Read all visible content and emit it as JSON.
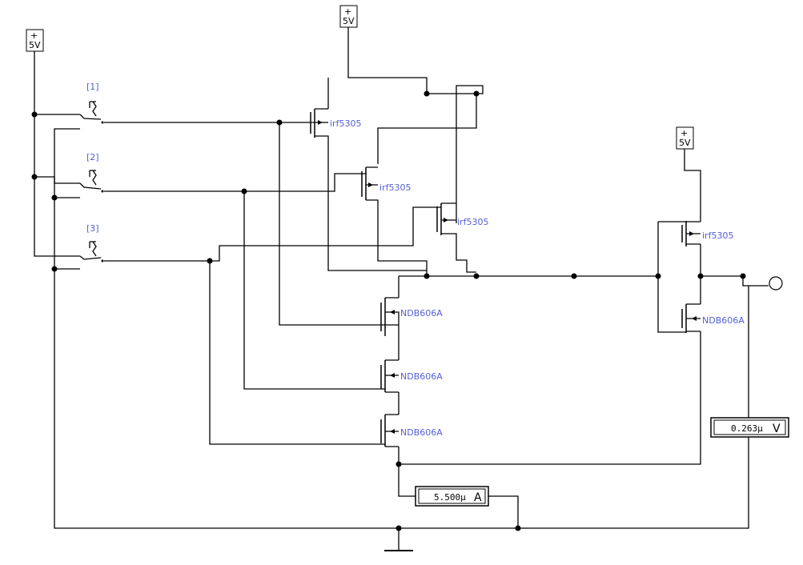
{
  "sources": {
    "vcc_left": {
      "plus": "+",
      "label": "5V"
    },
    "vcc_top": {
      "plus": "+",
      "label": "5V"
    },
    "vcc_right": {
      "plus": "+",
      "label": "5V"
    }
  },
  "switches": [
    {
      "key": "[1]"
    },
    {
      "key": "[2]"
    },
    {
      "key": "[3]"
    }
  ],
  "transistors": {
    "pmos_1": "irf5305",
    "pmos_2": "irf5305",
    "pmos_3": "irf5305",
    "pmos_4": "irf5305",
    "nmos_1": "NDB606A",
    "nmos_2": "NDB606A",
    "nmos_3": "NDB606A",
    "nmos_4": "NDB606A"
  },
  "meters": {
    "ammeter": {
      "value": "5.500µ",
      "unit": "A"
    },
    "voltmeter": {
      "value": "0.263µ",
      "unit": "V"
    }
  }
}
